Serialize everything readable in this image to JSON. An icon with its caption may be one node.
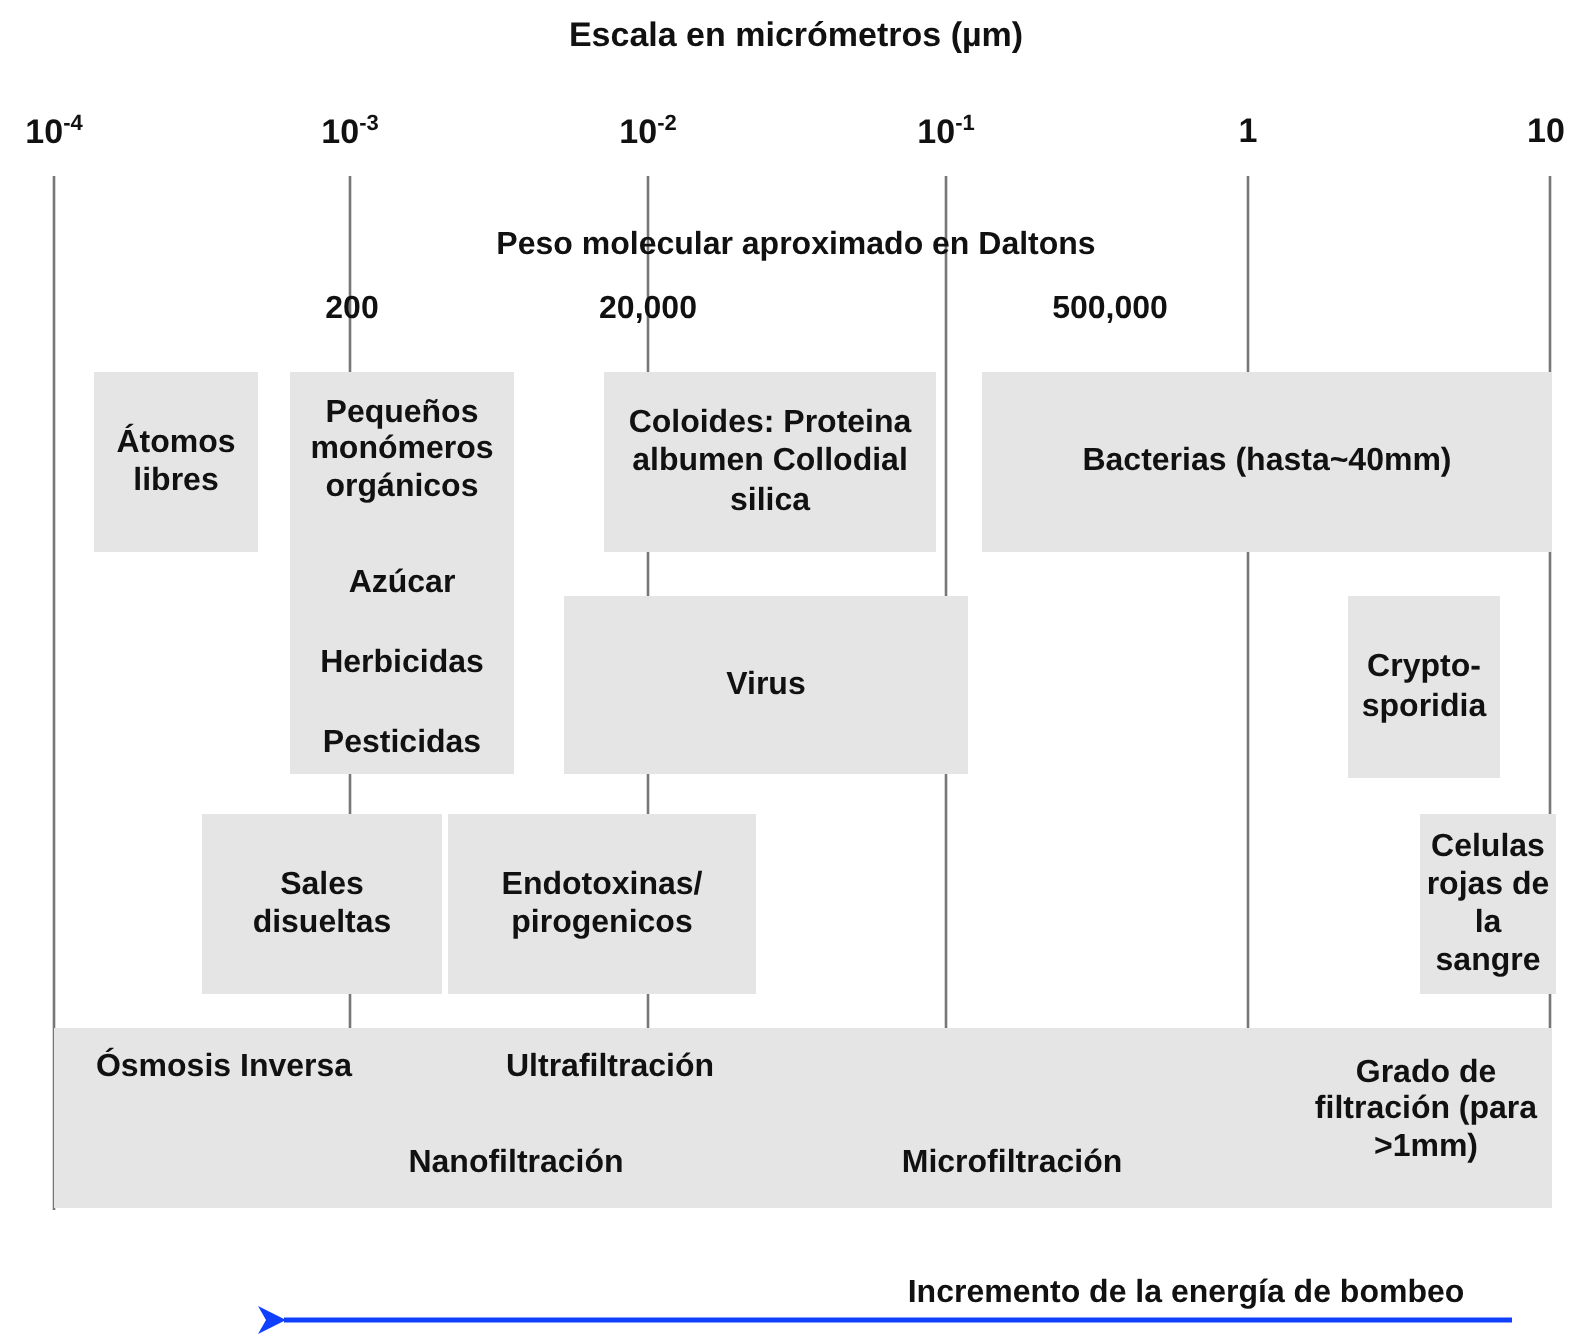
{
  "diagram": {
    "title": "Escala en micrómetros (µm)",
    "nodes": [
      {
        "text": [
          "Átomos libres"
        ]
      },
      {
        "text": [
          "Pequeños monómeros orgánicos",
          "Azúcar",
          "Herbicidas",
          "Pesticidas"
        ]
      },
      {
        "text": [
          "Coloides: Proteina albumen Collodial silica"
        ]
      },
      {
        "text": [
          "Bacterias (hasta~40mm)"
        ]
      },
      {
        "text": [
          "Virus"
        ]
      },
      {
        "text": [
          "Crypto- sporidia"
        ]
      },
      {
        "text": [
          "Sales disueltas"
        ]
      },
      {
        "text": [
          "Endotoxinas/ pirogenicos"
        ]
      },
      {
        "text": [
          "Celulas rojas de la sangre"
        ]
      },
      {
        "text": [
          "Ósmosis Inversa",
          "Ultrafiltración",
          "Nanofiltración",
          "Microfiltración",
          "Grado de filtración (para >1mm)"
        ]
      }
    ],
    "edges": [],
    "labels": [
      "10$^{-4}$",
      "10$^{-3}$",
      "10$^{-2}$",
      "10$^{-1}$",
      "1",
      "10",
      "Peso molecular aproximado en Daltons",
      "200",
      "20,000",
      "500,000",
      "Incremento de la energía de bombeo"
    ]
  }
}
